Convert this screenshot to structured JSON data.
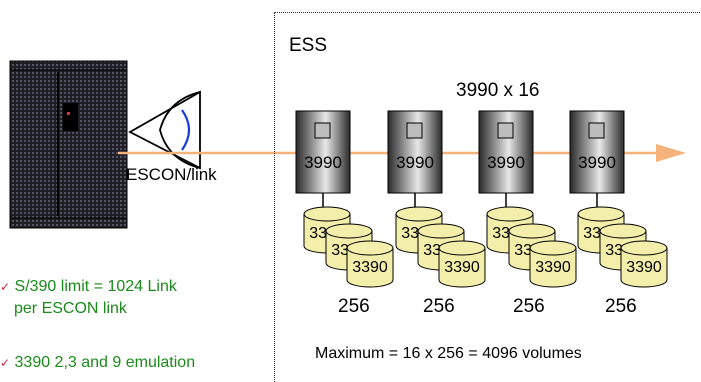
{
  "ess_label": "ESS",
  "link_label": "ESCON/link",
  "cu_group_label": "3990 x 16",
  "control_units": [
    {
      "label": "3990"
    },
    {
      "label": "3990"
    },
    {
      "label": "3990"
    },
    {
      "label": "3990"
    }
  ],
  "disk_stacks": [
    {
      "disks": [
        "3390",
        "3390",
        "3390"
      ],
      "count": "256"
    },
    {
      "disks": [
        "3390",
        "3390",
        "3390"
      ],
      "count": "256"
    },
    {
      "disks": [
        "3390",
        "3390",
        "3390"
      ],
      "count": "256"
    },
    {
      "disks": [
        "3390",
        "3390",
        "3390"
      ],
      "count": "256"
    }
  ],
  "maximum_text": "Maximum = 16 x 256  = 4096 volumes",
  "notes": [
    {
      "check": "✓",
      "line1": "S/390 limit = 1024 Link",
      "line2": "per ESCON link"
    },
    {
      "check": "✓",
      "line1": "3390 2,3 and 9 emulation",
      "line2": ""
    }
  ],
  "colors": {
    "arrow": "#f5b27a",
    "note_text": "#1a8a1a",
    "check": "#d0283a",
    "disk": "#f3eeaa"
  }
}
